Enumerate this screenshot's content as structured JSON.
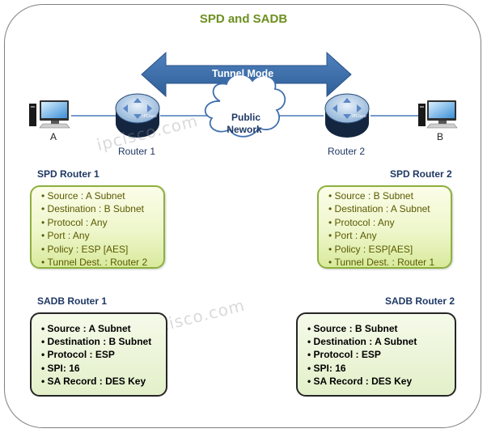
{
  "title": "SPD and SADB",
  "tunnel_label": "Tunnel Mode",
  "cloud_label_line1": "Public",
  "cloud_label_line2": "Nework",
  "host_a": "A",
  "host_b": "B",
  "router1_label": "Router 1",
  "router2_label": "Router 2",
  "router_badge": "IPCisco",
  "watermark": "ipcisco.com",
  "spd1": {
    "title": "SPD Router 1",
    "items": [
      "Source : A Subnet",
      "Destination : B Subnet",
      "Protocol : Any",
      "Port : Any",
      "Policy  : ESP [AES]",
      "Tunnel Dest. : Router 2"
    ]
  },
  "spd2": {
    "title": "SPD Router 2",
    "items": [
      "Source : B Subnet",
      "Destination : A Subnet",
      "Protocol : Any",
      "Port : Any",
      "Policy  : ESP[AES]",
      "Tunnel Dest. : Router 1"
    ]
  },
  "sadb1": {
    "title": "SADB Router 1",
    "items": [
      "Source : A Subnet",
      "Destination : B Subnet",
      "Protocol : ESP",
      "SPI: 16",
      "SA Record : DES Key"
    ]
  },
  "sadb2": {
    "title": "SADB Router 2",
    "items": [
      "Source : B Subnet",
      "Destination : A Subnet",
      "Protocol : ESP",
      "SPI: 16",
      "SA Record : DES Key"
    ]
  }
}
